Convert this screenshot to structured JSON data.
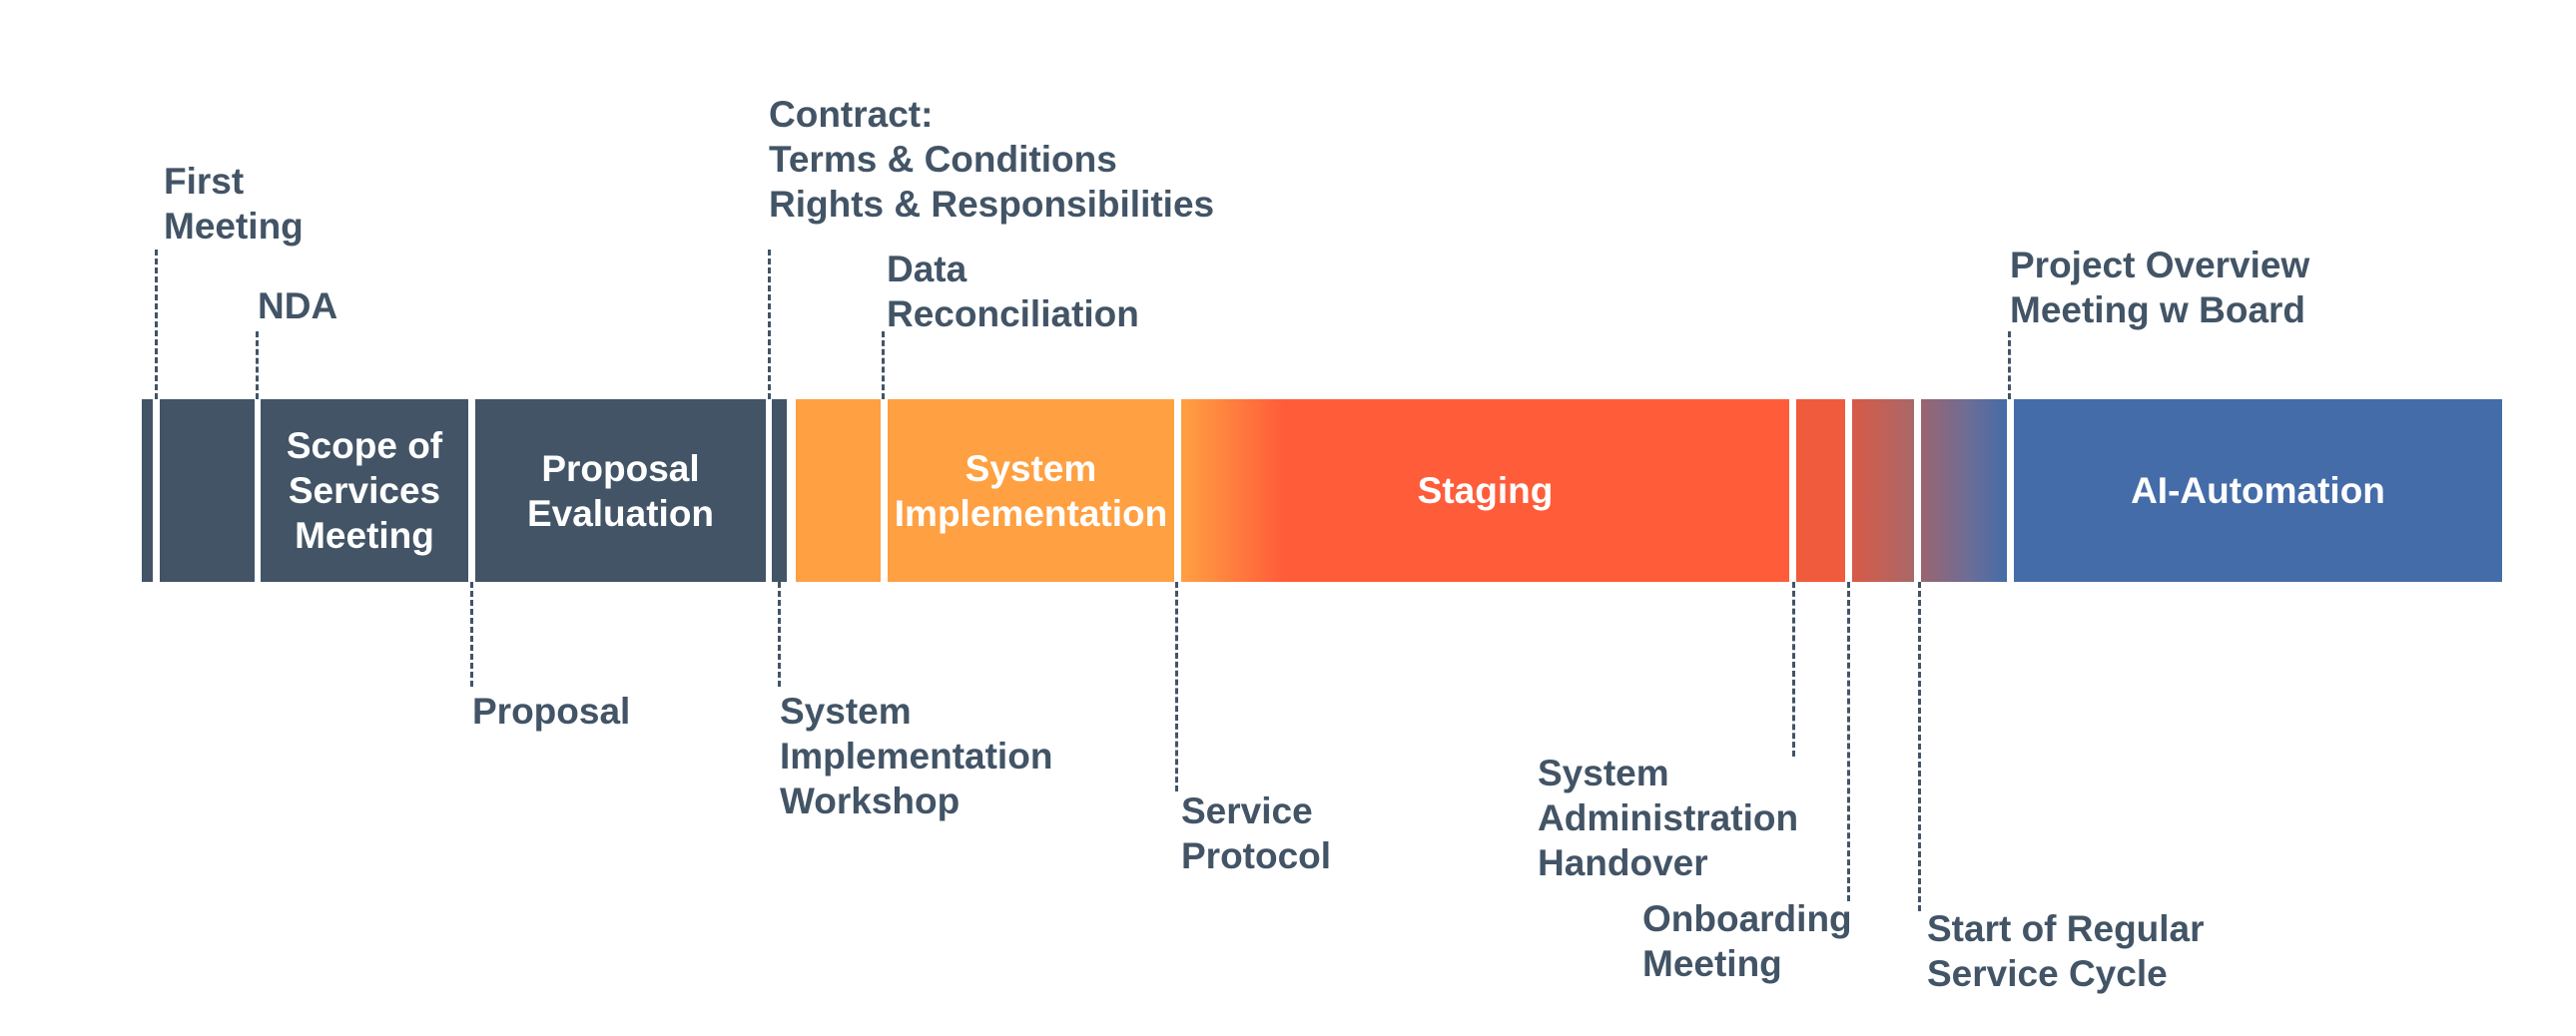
{
  "colors": {
    "dark": "#425466",
    "orange": "#FFA042",
    "red": "#FF5C3A",
    "blue": "#446CA8",
    "label": "#425466"
  },
  "segments": [
    {
      "id": "seg-1",
      "label": "",
      "color": "dark"
    },
    {
      "id": "seg-2",
      "label": "",
      "color": "dark"
    },
    {
      "id": "seg-scope",
      "label": "Scope of\nServices\nMeeting",
      "color": "dark"
    },
    {
      "id": "seg-proposal-eval",
      "label": "Proposal\nEvaluation",
      "color": "dark"
    },
    {
      "id": "seg-3",
      "label": "",
      "color": "dark"
    },
    {
      "id": "seg-4",
      "label": "",
      "color": "orange"
    },
    {
      "id": "seg-sys-impl",
      "label": "System\nImplementation",
      "color": "orange"
    },
    {
      "id": "seg-staging",
      "label": "Staging",
      "color": "orange-to-red"
    },
    {
      "id": "seg-5",
      "label": "",
      "color": "red"
    },
    {
      "id": "seg-6",
      "label": "",
      "color": "red-to-blue"
    },
    {
      "id": "seg-7",
      "label": "",
      "color": "red-to-blue"
    },
    {
      "id": "seg-ai",
      "label": "AI-Automation",
      "color": "blue"
    }
  ],
  "milestones_above": [
    {
      "id": "first-meeting",
      "text": "First\nMeeting"
    },
    {
      "id": "nda",
      "text": "NDA"
    },
    {
      "id": "contract",
      "text": "Contract:\nTerms & Conditions\nRights & Responsibilities"
    },
    {
      "id": "data-reconciliation",
      "text": "Data\nReconciliation"
    },
    {
      "id": "project-overview",
      "text": "Project Overview\nMeeting w Board"
    }
  ],
  "milestones_below": [
    {
      "id": "proposal",
      "text": "Proposal"
    },
    {
      "id": "system-implementation-workshop",
      "text": "System\nImplementation\nWorkshop"
    },
    {
      "id": "service-protocol",
      "text": "Service\nProtocol"
    },
    {
      "id": "system-administration-handover",
      "text": "System\nAdministration\nHandover"
    },
    {
      "id": "onboarding-meeting",
      "text": "Onboarding\nMeeting"
    },
    {
      "id": "start-regular-service-cycle",
      "text": "Start of Regular\nService Cycle"
    }
  ]
}
